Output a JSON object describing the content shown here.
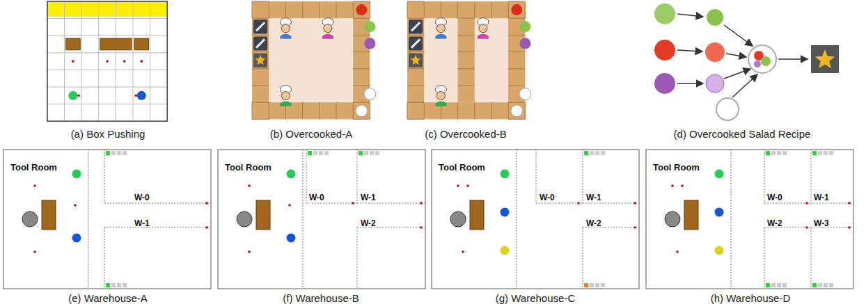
{
  "diagram": {
    "labels": [
      "(a) Box Pushing",
      "(b) Overcooked-A",
      "(c) Overcooked-B",
      "(d) Overcooked Salad Recipe",
      "Tool Room",
      "W-0",
      "W-1",
      "(e) Warehouse-A",
      "Tool Room",
      "W-0",
      "W-1",
      "W-2",
      "(f) Warehouse-B",
      "Tool Room",
      "W-0",
      "W-1",
      "W-2",
      "(g) Warehouse-C",
      "Tool Room",
      "W-0",
      "W-1",
      "W-2",
      "W-3",
      "(h) Warehouse-D"
    ]
  }
}
